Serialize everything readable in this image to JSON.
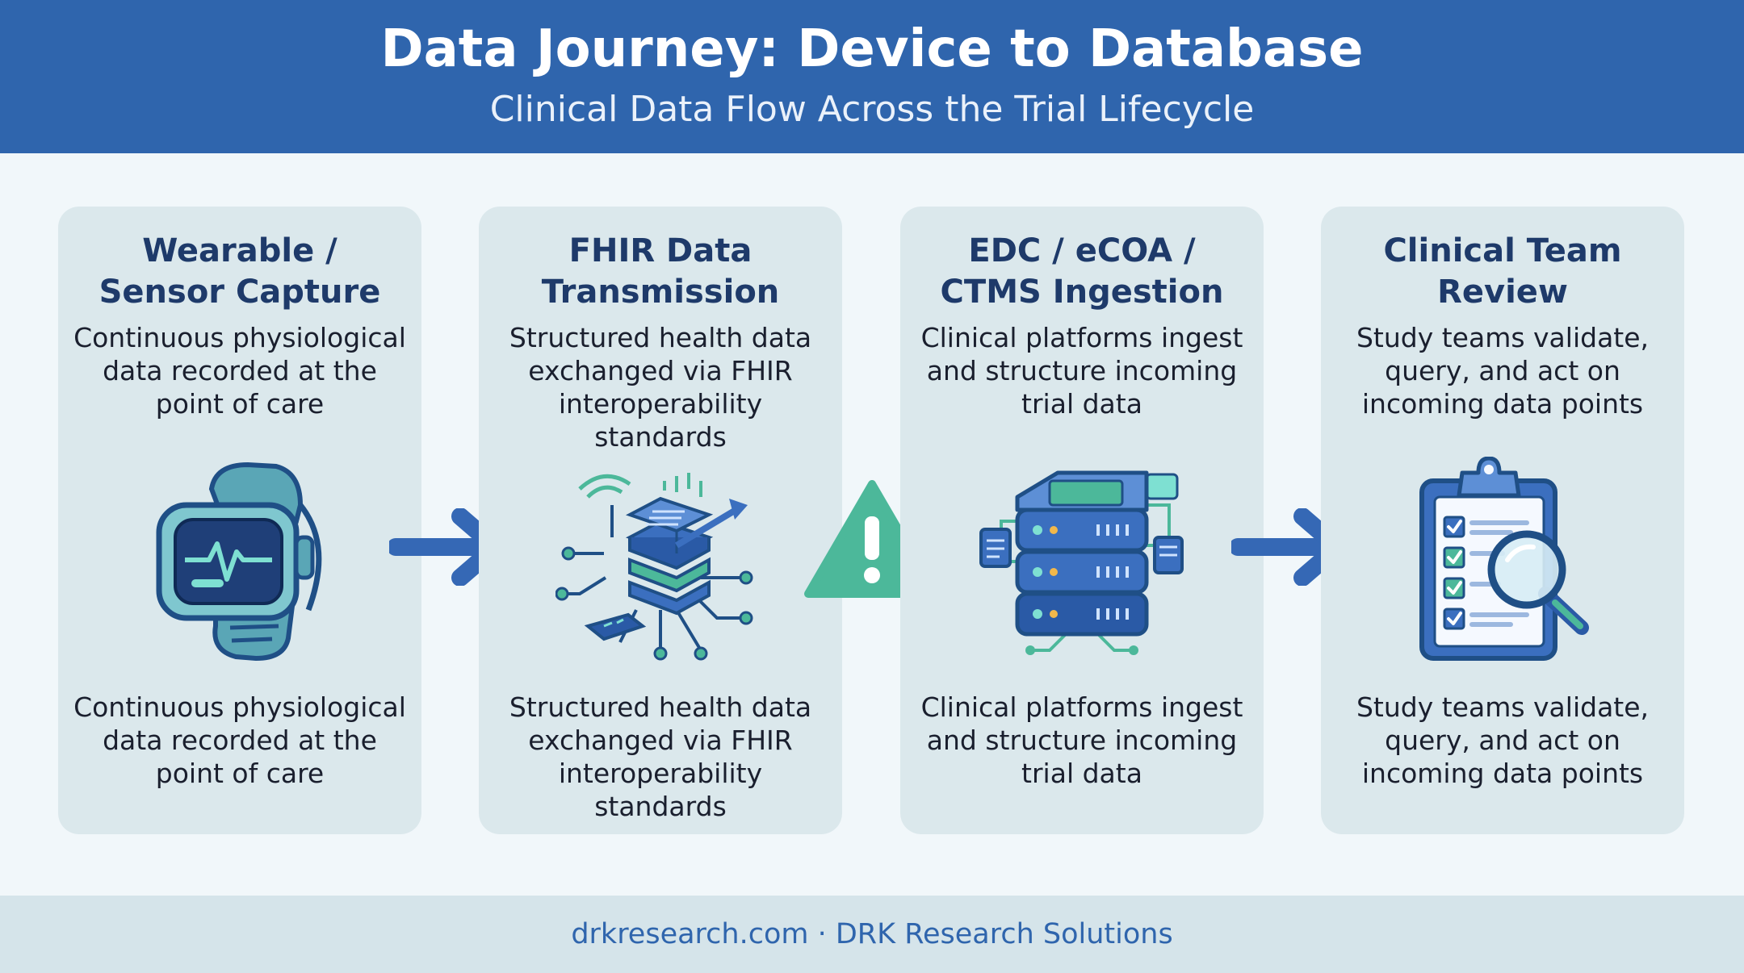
{
  "header": {
    "title": "Data Journey: Device to Database",
    "subtitle": "Clinical Data Flow Across the Trial Lifecycle"
  },
  "steps": [
    {
      "title": "Wearable / Sensor Capture",
      "description": "Continuous physiological data recorded at the point of care",
      "caption": "Continuous physiological data recorded at the point of care",
      "icon": "smartwatch-icon"
    },
    {
      "title": "FHIR Data Transmission",
      "description": "Structured health data exchanged via FHIR interoperability standards",
      "caption": "Structured health data exchanged via FHIR interoperability standards",
      "icon": "data-network-icon"
    },
    {
      "title": "EDC / eCOA / CTMS Ingestion",
      "description": "Clinical platforms ingest and structure incoming trial data",
      "caption": "Clinical platforms ingest and structure incoming trial data",
      "icon": "server-stack-icon"
    },
    {
      "title": "Clinical Team Review",
      "description": "Study teams validate, query, and act on incoming data points",
      "caption": "Study teams validate, query, and act on incoming data points",
      "icon": "clipboard-review-icon"
    }
  ],
  "connectors": [
    "arrow-right-icon",
    "warning-icon",
    "arrow-right-icon"
  ],
  "footer": {
    "text": "drkresearch.com · DRK Research Solutions"
  },
  "colors": {
    "header": "#2f65ad",
    "card": "#dbe8ec",
    "title_text": "#1e3a6a",
    "accent_teal": "#4cb89a",
    "arrow": "#3568b5",
    "background": "#f1f7fa"
  }
}
